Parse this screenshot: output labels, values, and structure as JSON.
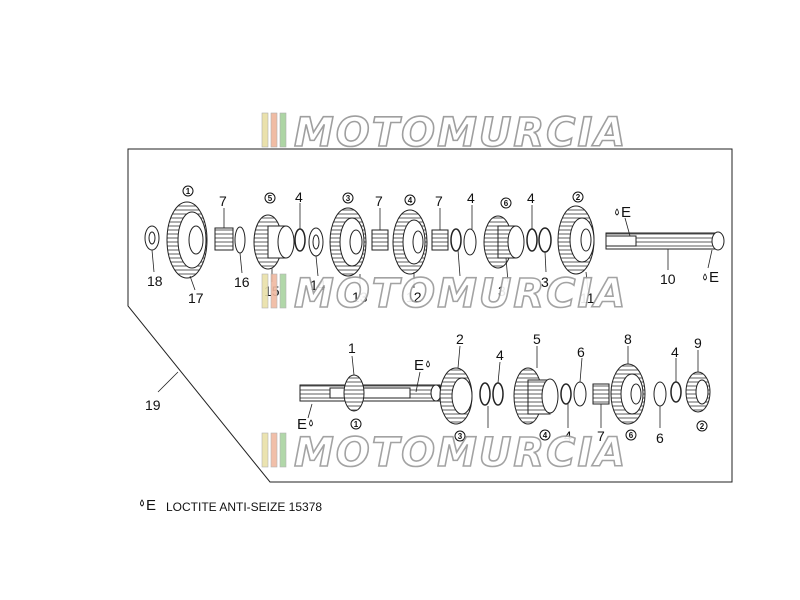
{
  "watermark": {
    "text": "MOTOMURCIA"
  },
  "legend": {
    "symbol": "E",
    "text": "LOCTITE ANTI-SEIZE 15378"
  },
  "group_label": "19",
  "upper_shaft": {
    "labels_below": [
      "18",
      "17",
      "16",
      "15",
      "14",
      "13",
      "12",
      "3",
      "11",
      "10"
    ],
    "labels_above": [
      "7",
      "4",
      "7",
      "7",
      "4",
      "4"
    ],
    "gear_marks": [
      "1",
      "5",
      "3",
      "4",
      "6",
      "2"
    ],
    "lube_marks": [
      "E",
      "E"
    ]
  },
  "lower_shaft": {
    "labels_above": [
      "1",
      "2",
      "4",
      "5",
      "6",
      "8",
      "4",
      "9"
    ],
    "labels_below": [
      "4",
      "7",
      "6"
    ],
    "gear_marks": [
      "1",
      "3",
      "4",
      "6",
      "2"
    ],
    "lube_marks": [
      "E",
      "E"
    ]
  }
}
